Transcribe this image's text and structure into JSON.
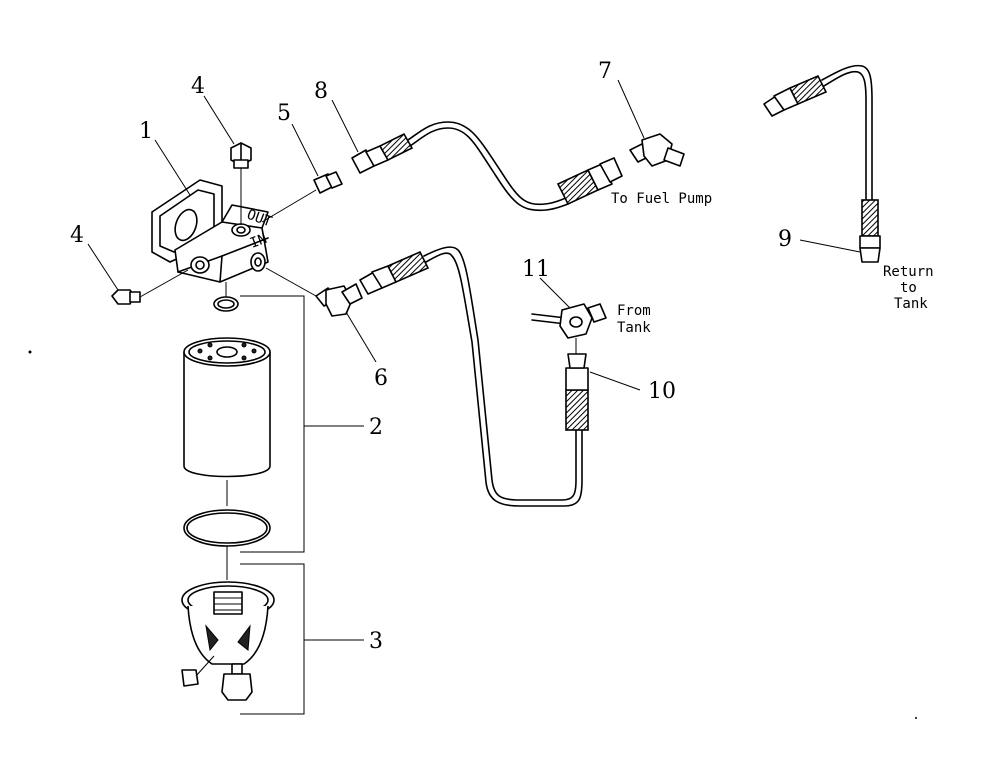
{
  "callouts": {
    "c1": "1",
    "c2": "2",
    "c3": "3",
    "c4a": "4",
    "c4b": "4",
    "c5": "5",
    "c6": "6",
    "c7": "7",
    "c8": "8",
    "c9": "9",
    "c10": "10",
    "c11": "11"
  },
  "notes": {
    "to_fuel_pump": "To Fuel Pump",
    "from_tank_line1": "From",
    "from_tank_line2": "Tank",
    "return_line1": "Return",
    "return_line2": "to",
    "return_line3": "Tank"
  },
  "head_markings": {
    "out": "OUT",
    "in": "IN"
  }
}
